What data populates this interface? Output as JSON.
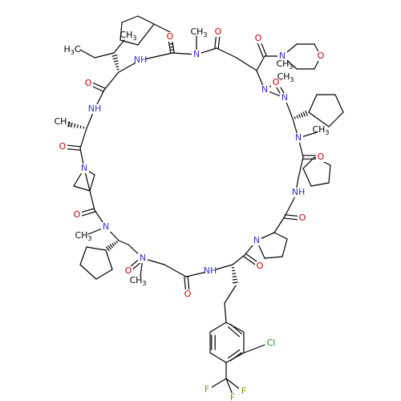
{
  "colors": {
    "bond": "#000000",
    "nitrogen": "#3333cc",
    "oxygen": "#cc0000",
    "chlorine": "#00a000",
    "fluorine": "#7a9a00",
    "carbon": "#000000"
  },
  "atoms": {
    "N_ring_top1": "N",
    "N_ring_top2": "N",
    "N_ring_top3": "N",
    "N_amide_nh_top": "NH",
    "N_amide_nh_left": "NH",
    "N_azetidine": "N",
    "N_left_lower": "N",
    "N_bottom_left": "N",
    "N_bottom_mid": "NH",
    "N_pyrrolidine": "N",
    "N_right_nh": "NH",
    "N_right_upper": "N",
    "N_morpholine": "N",
    "O_morpholine": "O",
    "O_top1": "O",
    "O_top2": "O",
    "O_top3": "O",
    "O_left1": "O",
    "O_left2": "O",
    "O_left3": "O",
    "O_bottom1": "O",
    "O_bottom2": "O",
    "O_bottom3": "O",
    "O_right1": "O",
    "O_right2": "O",
    "O_right3": "O",
    "Cl": "Cl",
    "F1": "F",
    "F2": "F",
    "F3": "F",
    "CH3_a": "CH",
    "CH3_b": "CH",
    "CH3_c": "CH",
    "CH3_d": "CH",
    "CH3_e": "CH",
    "CH3_f": "CH",
    "CH3_g": "CH",
    "CH3_h": "CH",
    "H3C_a": "H",
    "H3C_b": "C",
    "sub3": "3"
  }
}
